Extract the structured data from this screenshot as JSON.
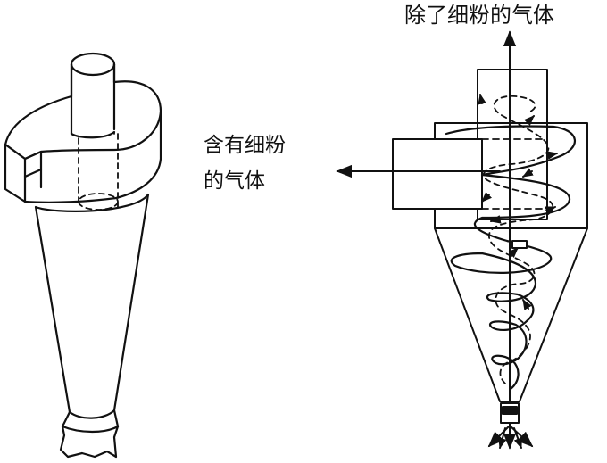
{
  "labels": {
    "top_outlet": "除了细粉的气体",
    "inlet_line1": "含有细粉",
    "inlet_line2": "的气体"
  },
  "colors": {
    "ink": "#111111",
    "background": "#ffffff"
  }
}
